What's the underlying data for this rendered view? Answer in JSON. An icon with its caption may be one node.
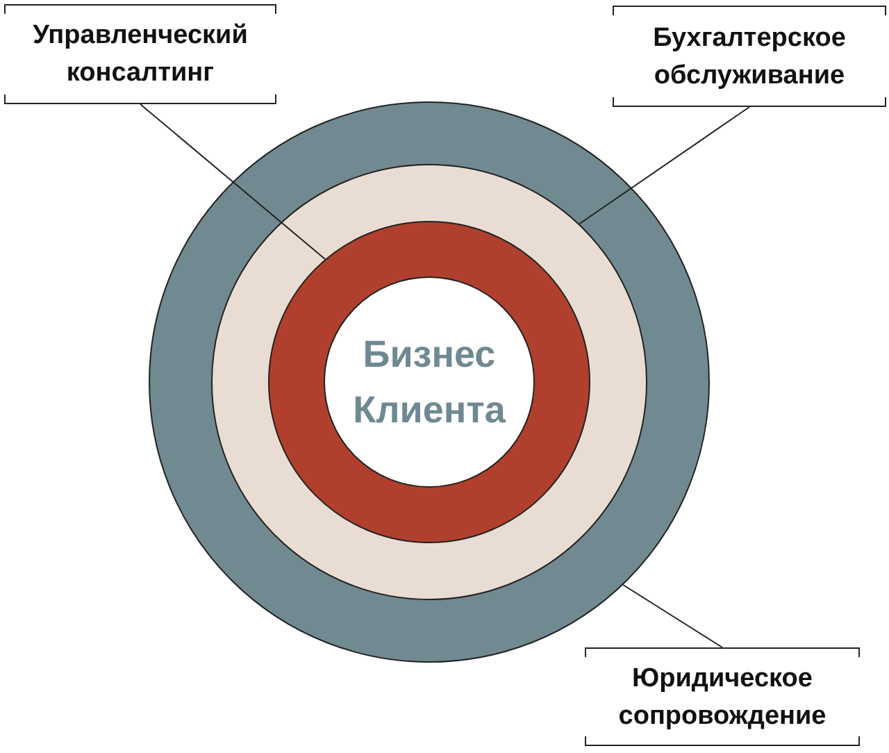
{
  "diagram": {
    "nodes": [
      {
        "text": [
          "Управленческий консалтинг"
        ]
      },
      {
        "text": [
          "Бухгалтерское обслуживание"
        ]
      },
      {
        "text": [],
        "shape": "circle"
      },
      {
        "text": [],
        "shape": "circle",
        "in": 2
      },
      {
        "text": [],
        "shape": "circle",
        "in": 3
      },
      {
        "text": [
          "Бизнес Клиента"
        ],
        "in": 4
      },
      {
        "text": [
          "Юридическое сопровождение"
        ]
      }
    ],
    "edges": [
      {
        "from": 0,
        "to": 4,
        "arrow": "none"
      },
      {
        "from": 1,
        "to": 3,
        "arrow": "none"
      },
      {
        "from": 6,
        "to": 2,
        "arrow": "none"
      }
    ]
  }
}
